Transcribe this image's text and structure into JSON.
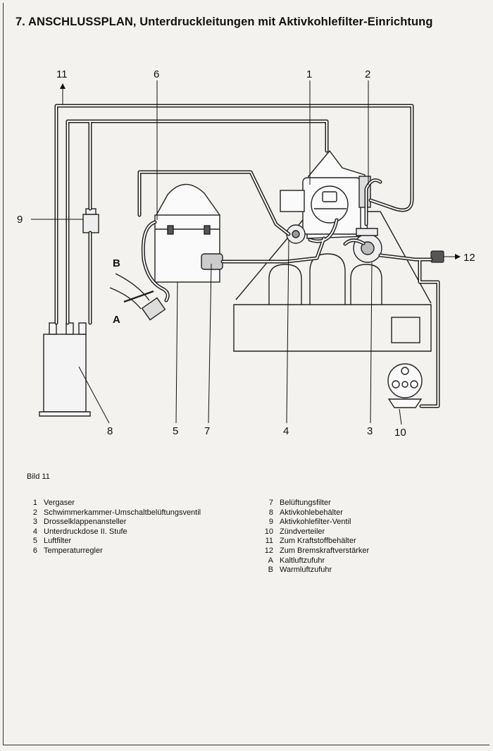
{
  "title": "7. ANSCHLUSSPLAN, Unterdruckleitungen mit Aktivkohlefilter-Einrichtung",
  "caption": "Bild 11",
  "diagram_labels": {
    "n1": "1",
    "n2": "2",
    "n3": "3",
    "n4": "4",
    "n5": "5",
    "n6": "6",
    "n7": "7",
    "n8": "8",
    "n9": "9",
    "n10": "10",
    "n11": "11",
    "n12": "12",
    "a": "A",
    "b": "B"
  },
  "legend_left": [
    {
      "key": "1",
      "text": "Vergaser"
    },
    {
      "key": "2",
      "text": "Schwimmerkammer-Umschaltbelüftungsventil"
    },
    {
      "key": "3",
      "text": "Drosselklappenansteller"
    },
    {
      "key": "4",
      "text": "Unterdruckdose II. Stufe"
    },
    {
      "key": "5",
      "text": "Luftfilter"
    },
    {
      "key": "6",
      "text": "Temperaturregler"
    }
  ],
  "legend_right": [
    {
      "key": "7",
      "text": "Belüftungsfilter"
    },
    {
      "key": "8",
      "text": "Aktivkohlebehälter"
    },
    {
      "key": "9",
      "text": "Aktivkohlefilter-Ventil"
    },
    {
      "key": "10",
      "text": "Zündverteiler"
    },
    {
      "key": "11",
      "text": "Zum Kraftstoffbehälter"
    },
    {
      "key": "12",
      "text": "Zum Bremskraftverstärker"
    },
    {
      "key": "A",
      "text": "Kaltluftzufuhr"
    },
    {
      "key": "B",
      "text": "Warmluftzufuhr"
    }
  ]
}
